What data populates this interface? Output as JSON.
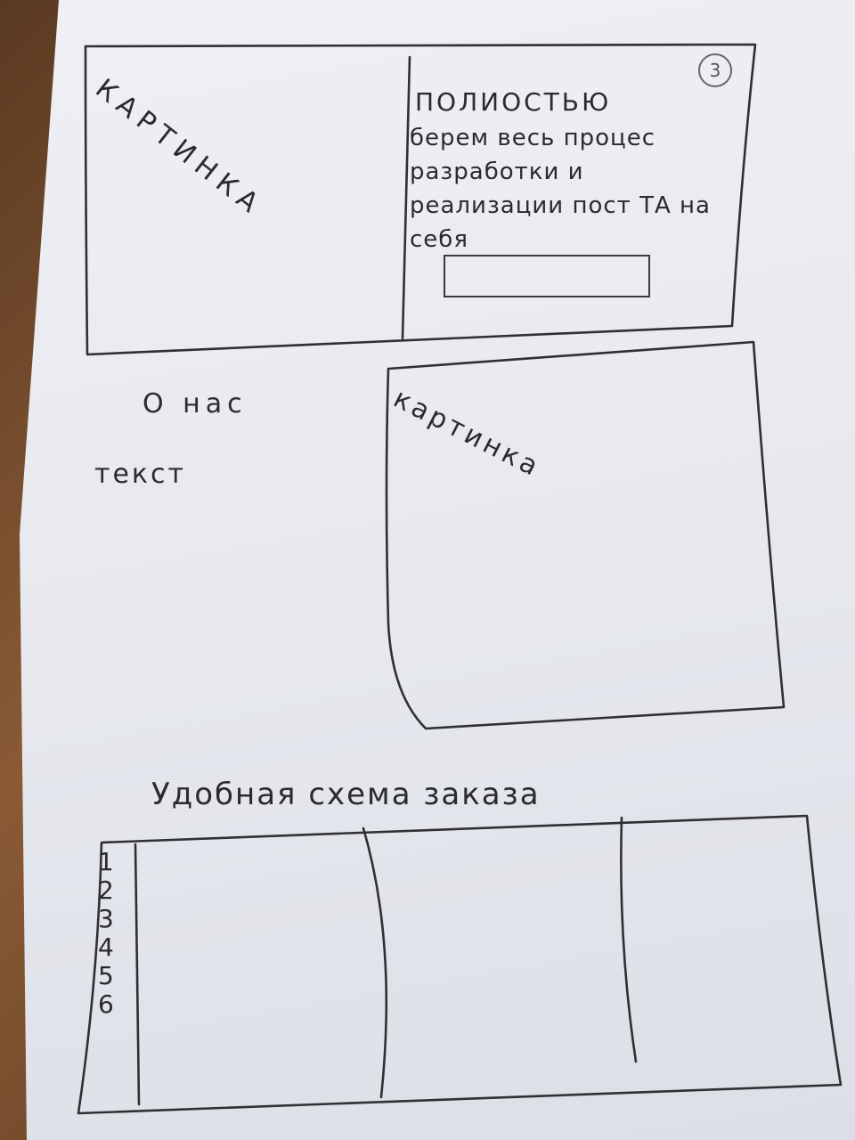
{
  "hero": {
    "image_label": "КАРТИНКА",
    "title": "ПОЛИОСТЬЮ",
    "text": "берем весь процес разработки и реализации пост ТА на себя",
    "badge": "3"
  },
  "about": {
    "title": "О нас",
    "text": "текст",
    "image_label": "картинка"
  },
  "order_scheme": {
    "title": "Удобная схема заказа",
    "steps": [
      "1",
      "2",
      "3",
      "4",
      "5",
      "6"
    ]
  }
}
